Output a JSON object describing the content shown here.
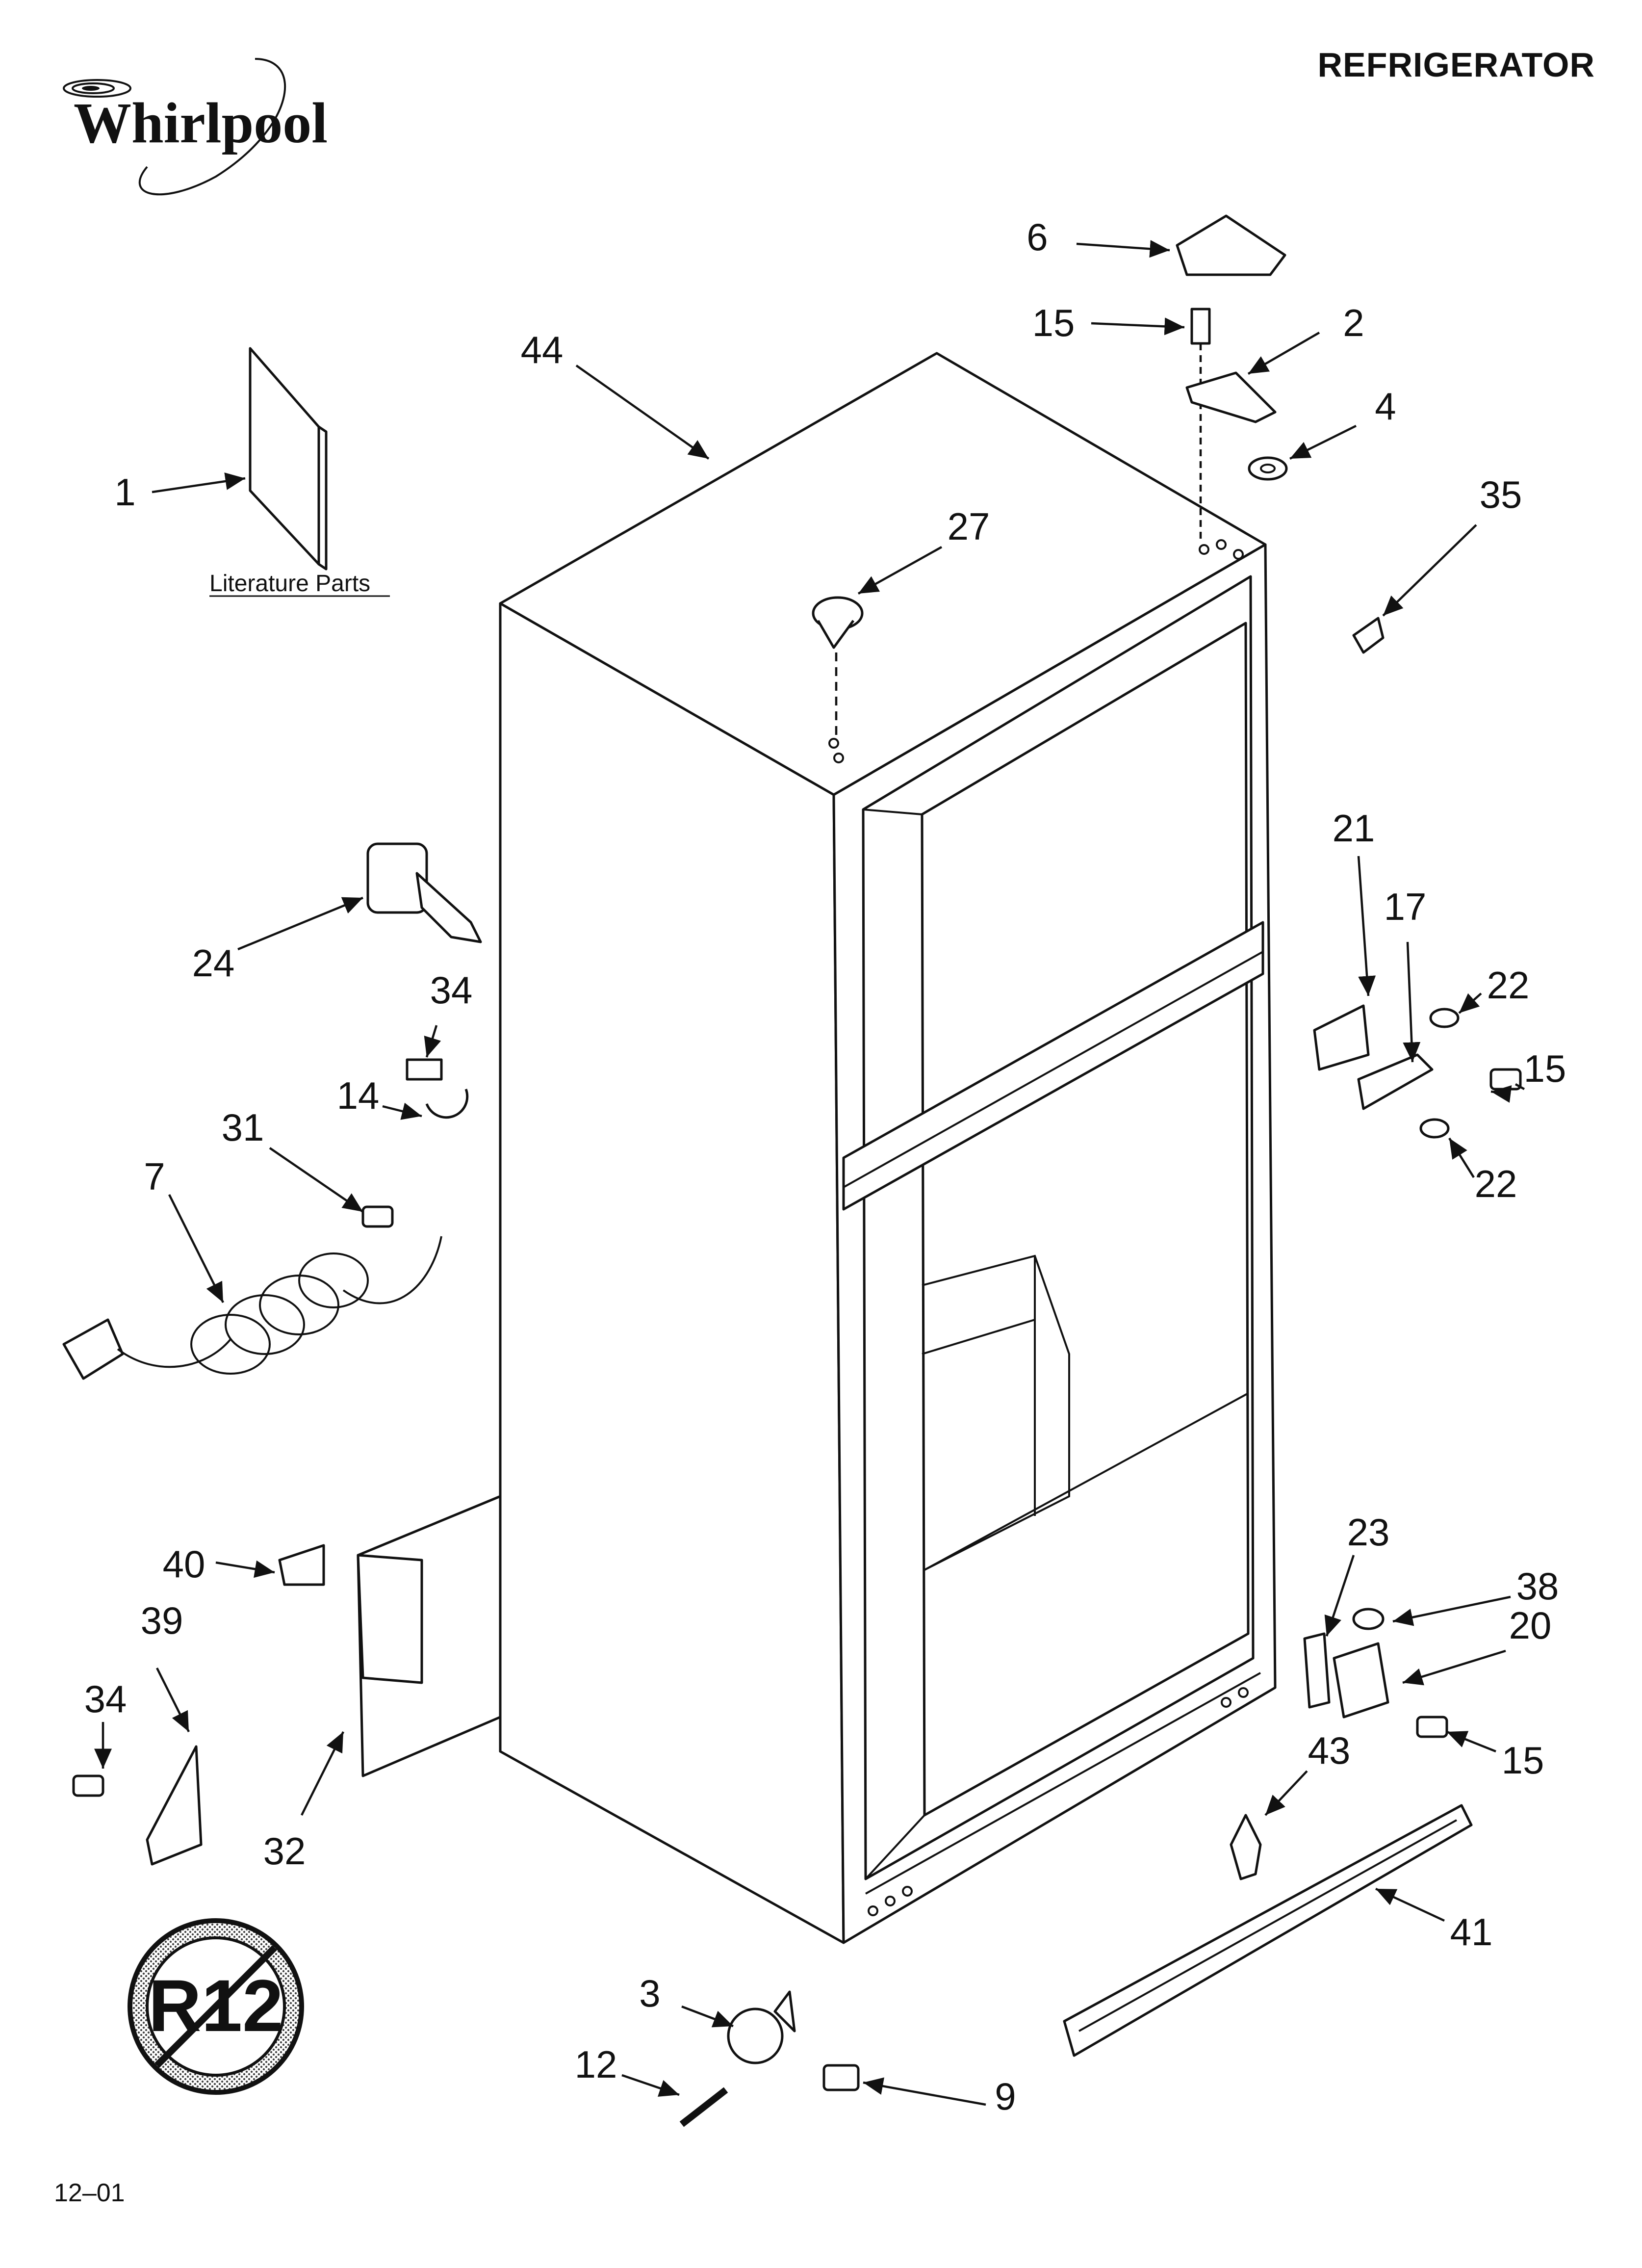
{
  "brand": {
    "name": "Whirlpool"
  },
  "header": {
    "title": "REFRIGERATOR"
  },
  "literature_label": "Literature Parts",
  "footer": {
    "code": "12–01"
  },
  "badge": {
    "text": "R12"
  },
  "callouts": {
    "c1": "1",
    "c2": "2",
    "c3": "3",
    "c4": "4",
    "c6": "6",
    "c7": "7",
    "c9": "9",
    "c12": "12",
    "c14": "14",
    "c15a": "15",
    "c15b": "15",
    "c15c": "15",
    "c17": "17",
    "c20": "20",
    "c21": "21",
    "c22a": "22",
    "c22b": "22",
    "c23": "23",
    "c24": "24",
    "c27": "27",
    "c31": "31",
    "c32": "32",
    "c34a": "34",
    "c34b": "34",
    "c35": "35",
    "c38": "38",
    "c39": "39",
    "c40": "40",
    "c41": "41",
    "c43": "43",
    "c44": "44"
  }
}
